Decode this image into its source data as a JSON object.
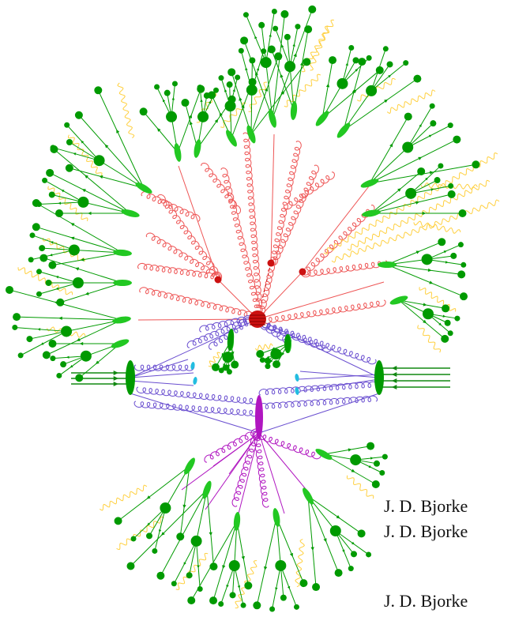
{
  "diagram": {
    "colors": {
      "hadron": "#009a00",
      "hadron_light": "#22c822",
      "hard_process": "#cc1111",
      "hard_process_line": "#ee5555",
      "underlying_event": "#6a4fd0",
      "secondary_interaction": "#b016c0",
      "beam_remnant": "#22bde0",
      "photon": "#ffd040",
      "incoming": "#118811"
    },
    "captions": [
      "J. D. Bjorke",
      "J. D. Bjorke",
      "J. D. Bjorke"
    ]
  }
}
